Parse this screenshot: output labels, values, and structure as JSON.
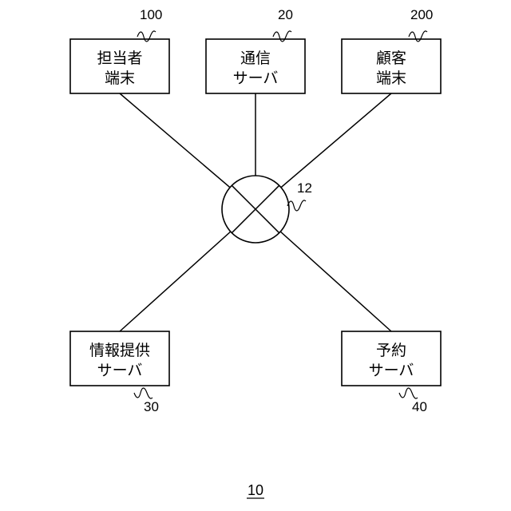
{
  "diagram": {
    "figure_ref": "10",
    "network": {
      "ref": "12"
    },
    "nodes": {
      "staff_terminal": {
        "ref": "100",
        "line1": "担当者",
        "line2": "端末"
      },
      "comm_server": {
        "ref": "20",
        "line1": "通信",
        "line2": "サーバ"
      },
      "customer_terminal": {
        "ref": "200",
        "line1": "顧客",
        "line2": "端末"
      },
      "info_server": {
        "ref": "30",
        "line1": "情報提供",
        "line2": "サーバ"
      },
      "reservation_server": {
        "ref": "40",
        "line1": "予約",
        "line2": "サーバ"
      }
    }
  }
}
